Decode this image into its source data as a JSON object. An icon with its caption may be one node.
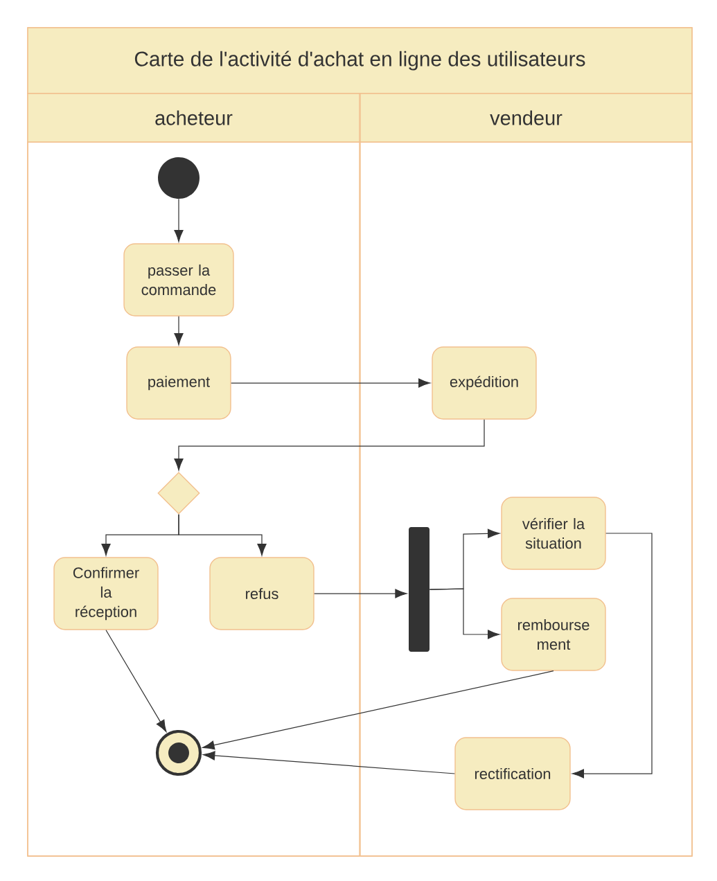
{
  "diagram": {
    "nodes": [
      {
        "text": [
          "Carte de l'activité d'achat en ligne des utilisateurs"
        ]
      },
      {
        "text": [
          "acheteur"
        ],
        "in": 0
      },
      {
        "text": [
          "vendeur"
        ],
        "in": 0
      },
      {
        "text": [],
        "shape": "circle",
        "in": 1
      },
      {
        "text": [
          "passer la commande"
        ],
        "in": 1
      },
      {
        "text": [
          "paiement"
        ],
        "in": 1
      },
      {
        "text": [
          "expédition"
        ],
        "in": 2
      },
      {
        "text": [],
        "shape": "diamond",
        "in": 1
      },
      {
        "text": [
          "Confirmer la réception"
        ],
        "in": 1
      },
      {
        "text": [
          "refus"
        ],
        "in": 1
      },
      {
        "text": [],
        "shape": "bar",
        "in": 2
      },
      {
        "text": [
          "vérifier la situation"
        ],
        "in": 2
      },
      {
        "text": [
          "rembourse ment"
        ],
        "in": 2
      },
      {
        "text": [
          "rectification"
        ],
        "in": 2
      },
      {
        "text": [],
        "shape": "circle",
        "in": 1
      }
    ],
    "edges": [
      {
        "from": 3,
        "to": 4,
        "arrow": "to"
      },
      {
        "from": 4,
        "to": 5,
        "arrow": "to"
      },
      {
        "from": 5,
        "to": 6,
        "arrow": "to"
      },
      {
        "from": 6,
        "to": 7,
        "arrow": "to"
      },
      {
        "from": 7,
        "to": 8,
        "arrow": "to"
      },
      {
        "from": 7,
        "to": 9,
        "arrow": "to"
      },
      {
        "from": 9,
        "to": 10,
        "arrow": "to"
      },
      {
        "from": 10,
        "to": 11,
        "arrow": "to"
      },
      {
        "from": 10,
        "to": 12,
        "arrow": "to"
      },
      {
        "from": 11,
        "to": 13,
        "arrow": "to"
      },
      {
        "from": 8,
        "to": 14,
        "arrow": "to"
      },
      {
        "from": 12,
        "to": 14,
        "arrow": "to"
      },
      {
        "from": 13,
        "to": 14,
        "arrow": "to"
      }
    ]
  }
}
